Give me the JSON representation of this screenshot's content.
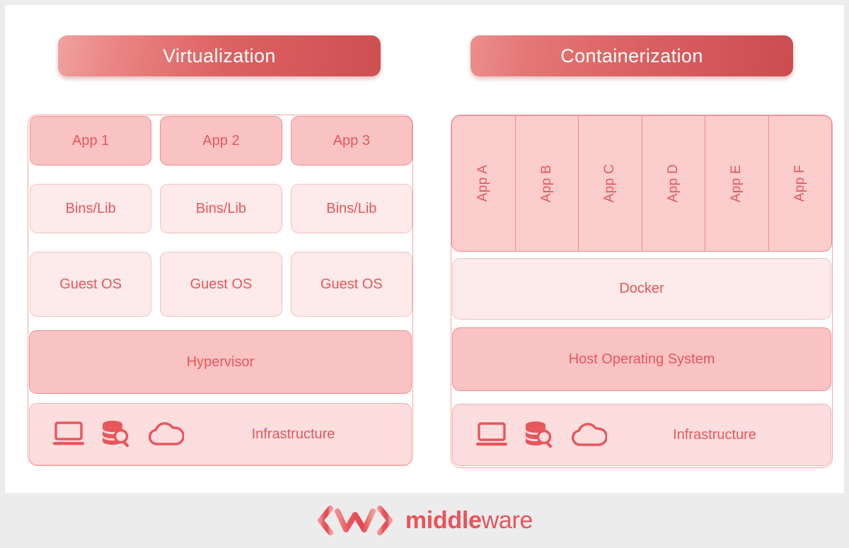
{
  "footer": {
    "logo_mark": "code-chevrons-mark",
    "brand_bold": "middle",
    "brand_light": "ware",
    "brand_color": "#e8545a"
  },
  "theme": {
    "page_background": "#ececec",
    "card_background": "#ffffff",
    "text_color": "#e8565b",
    "border_color": "#f4a7a7",
    "tone_dark": "#fac3c3",
    "tone_mid": "#fbcdcd",
    "tone_light": "#fdeaea",
    "tone_pale": "#fcdede",
    "banner_gradient_from": "#f0a2a0",
    "banner_gradient_to": "#ce4f52"
  },
  "virtualization": {
    "title": "Virtualization",
    "apps": [
      "App 1",
      "App 2",
      "App 3"
    ],
    "bins": [
      "Bins/Lib",
      "Bins/Lib",
      "Bins/Lib"
    ],
    "guest_os": [
      "Guest OS",
      "Guest OS",
      "Guest OS"
    ],
    "hypervisor": "Hypervisor",
    "infrastructure": {
      "label": "Infrastructure",
      "icons": [
        "laptop-icon",
        "database-search-icon",
        "cloud-icon"
      ]
    }
  },
  "containerization": {
    "title": "Containerization",
    "apps": [
      "App A",
      "App B",
      "App C",
      "App D",
      "App E",
      "App F"
    ],
    "docker": "Docker",
    "host_os": "Host Operating System",
    "infrastructure": {
      "label": "Infrastructure",
      "icons": [
        "laptop-icon",
        "database-search-icon",
        "cloud-icon"
      ]
    }
  }
}
